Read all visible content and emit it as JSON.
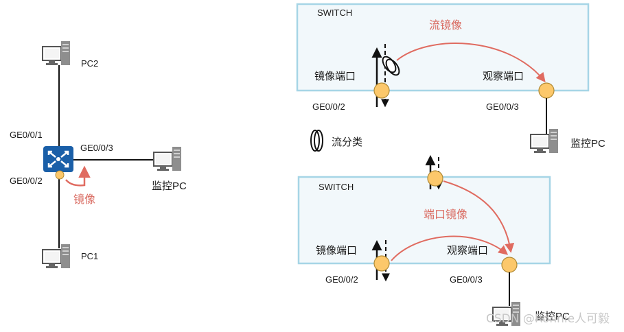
{
  "left_topology": {
    "switch_icon": "switch-icon",
    "pc_icon": "desktop-pc-icon",
    "pc2_label": "PC2",
    "pc1_label": "PC1",
    "monitor_label": "监控PC",
    "port_top": "GE0/0/1",
    "port_right": "GE0/0/3",
    "port_bottom": "GE0/0/2",
    "mirror_label": "镜像"
  },
  "top_panel": {
    "title": "SWITCH",
    "flow_label": "流镜像",
    "mirror_port_label": "镜像端口",
    "observe_port_label": "观察端口",
    "mirror_port_id": "GE0/0/2",
    "observe_port_id": "GE0/0/3",
    "monitor_label": "监控PC"
  },
  "legend": {
    "classifier_icon": "traffic-classifier-icon",
    "label": "流分类"
  },
  "bottom_panel": {
    "title": "SWITCH",
    "flow_label": "端口镜像",
    "mirror_port_label": "镜像端口",
    "observe_port_label": "观察端口",
    "mirror_port_id": "GE0/0/2",
    "observe_port_id": "GE0/0/3",
    "monitor_label": "监控PC"
  },
  "colors": {
    "accent_red": "#e06b60",
    "port_fill": "#fcc86b",
    "panel_fill": "#f2f8fb",
    "panel_border": "#a6d5e6",
    "switch_blue": "#1a5fa8"
  },
  "watermark": "CSDN @Ronnie人可毅"
}
